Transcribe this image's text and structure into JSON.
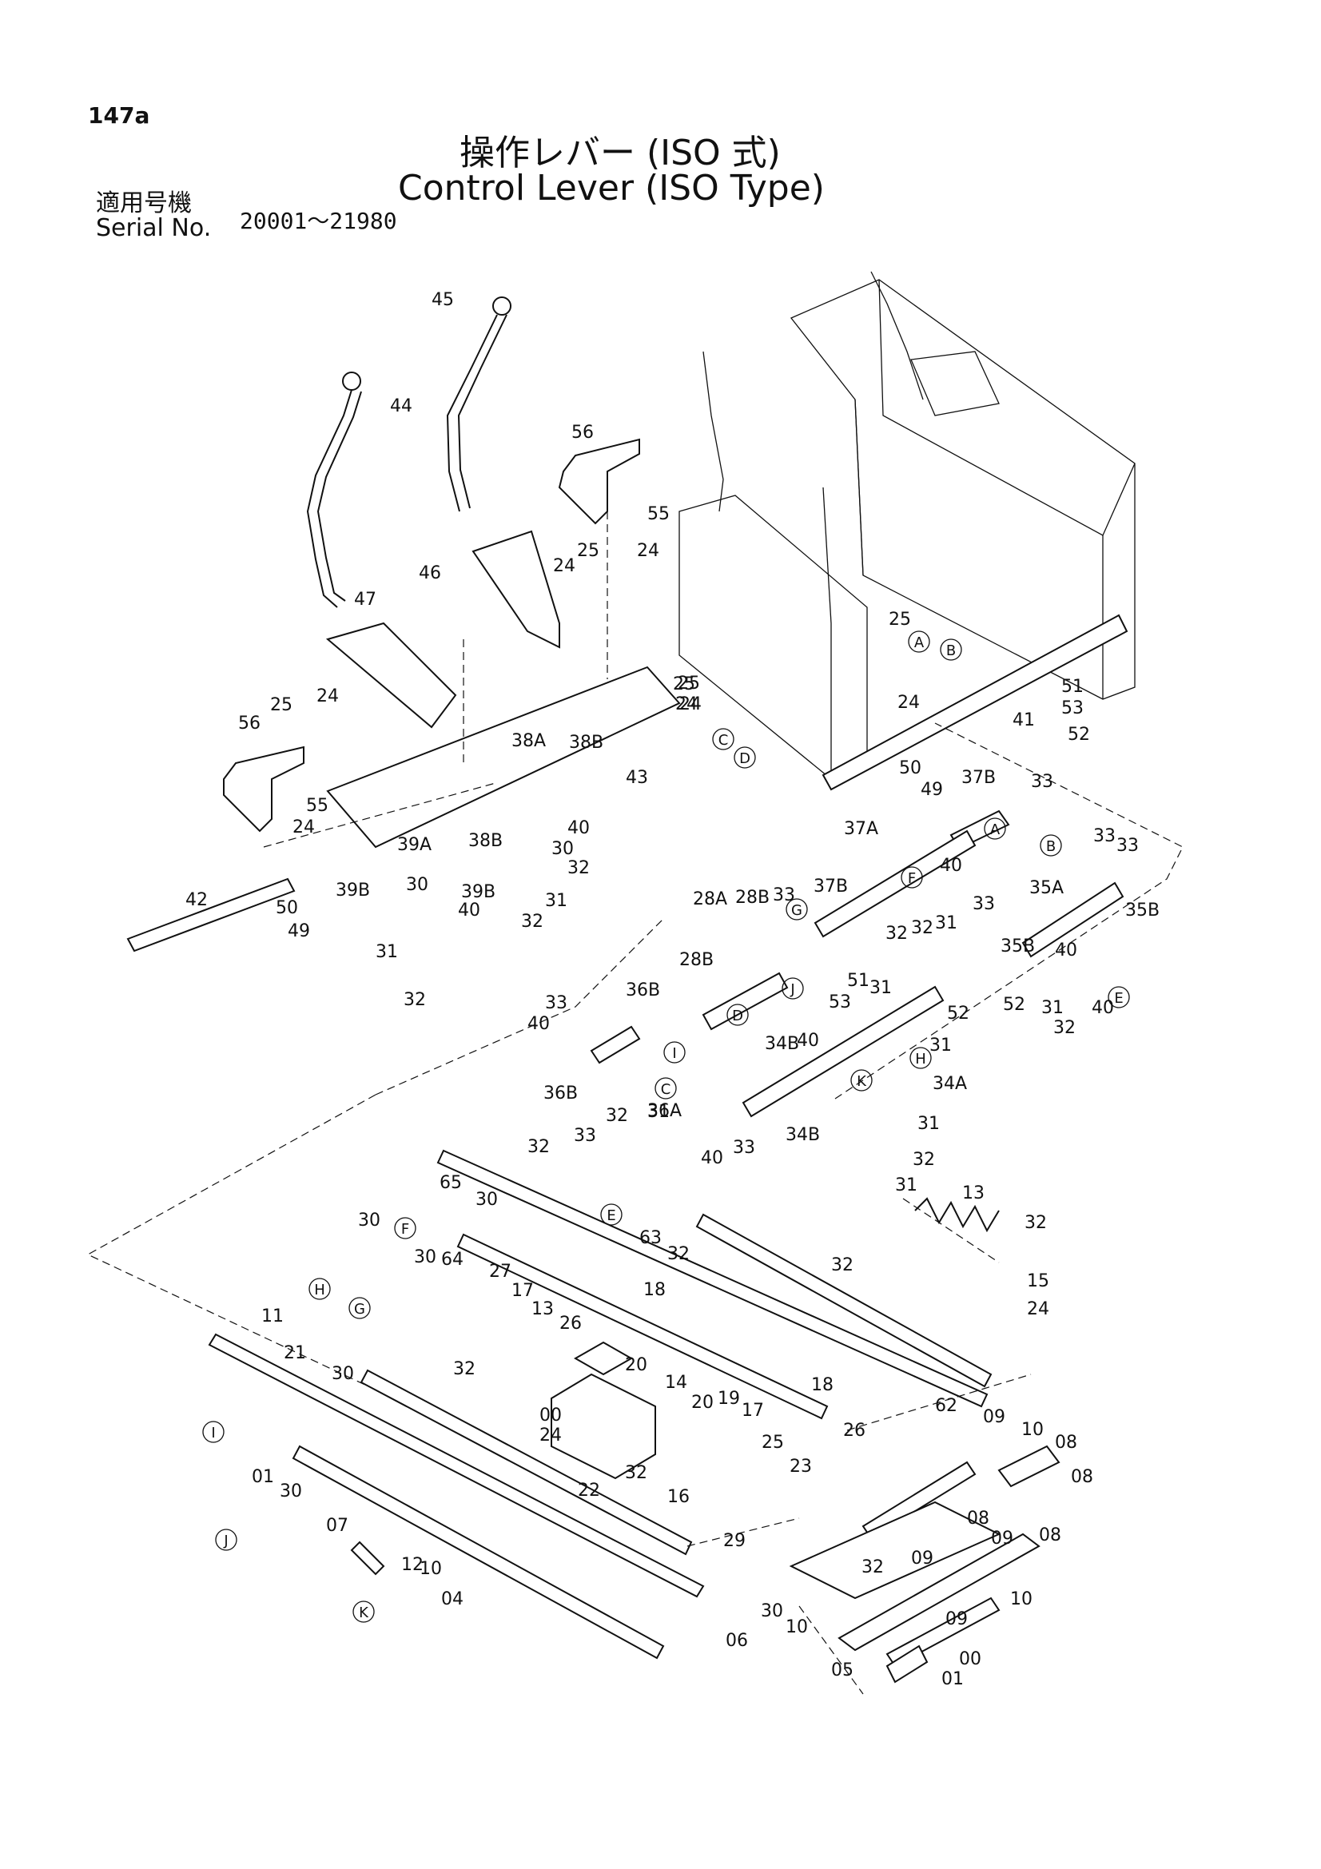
{
  "page": {
    "page_number": "147a",
    "title_jp": "操作レバー (ISO 式)",
    "title_en": "Control Lever (ISO Type)",
    "serial_label_jp": "適用号機",
    "serial_label_en": "Serial No.",
    "serial_range": "20001～21980"
  },
  "part_labels": [
    "45",
    "44",
    "56",
    "55",
    "24",
    "25",
    "24",
    "46",
    "47",
    "25",
    "24",
    "25",
    "24",
    "56",
    "55",
    "24",
    "38A",
    "38B",
    "43",
    "38B",
    "39A",
    "40",
    "30",
    "32",
    "39B",
    "39B",
    "30",
    "31",
    "50",
    "49",
    "40",
    "32",
    "31",
    "32",
    "42",
    "25",
    "24",
    "25",
    "24",
    "41",
    "51",
    "53",
    "52",
    "50",
    "49",
    "37B",
    "33",
    "33",
    "37A",
    "40",
    "35A",
    "33",
    "35B",
    "28A",
    "28B",
    "33",
    "37B",
    "32",
    "32",
    "31",
    "35B",
    "33",
    "31",
    "40",
    "28B",
    "51",
    "53",
    "52",
    "36B",
    "33",
    "36A",
    "40",
    "31",
    "52",
    "40",
    "34B",
    "31",
    "32",
    "40",
    "36B",
    "33",
    "32",
    "31",
    "40",
    "33",
    "34B",
    "34A",
    "31",
    "32",
    "31",
    "32",
    "13",
    "65",
    "30",
    "32",
    "63",
    "30",
    "30",
    "32",
    "32",
    "15",
    "24",
    "64",
    "27",
    "17",
    "18",
    "11",
    "13",
    "26",
    "20",
    "21",
    "30",
    "32",
    "14",
    "20",
    "19",
    "17",
    "18",
    "26",
    "62",
    "09",
    "10",
    "08",
    "00",
    "24",
    "25",
    "08",
    "01",
    "30",
    "32",
    "22",
    "23",
    "16",
    "08",
    "07",
    "29",
    "08",
    "09",
    "10",
    "12",
    "32",
    "09",
    "10",
    "04",
    "30",
    "10",
    "06",
    "09",
    "00",
    "01",
    "05",
    "08"
  ],
  "callouts": [
    "A",
    "B",
    "C",
    "D",
    "F",
    "G",
    "J",
    "E",
    "D",
    "C",
    "H",
    "K",
    "E",
    "F",
    "H",
    "G",
    "I",
    "J",
    "K",
    "I",
    "B",
    "A"
  ]
}
